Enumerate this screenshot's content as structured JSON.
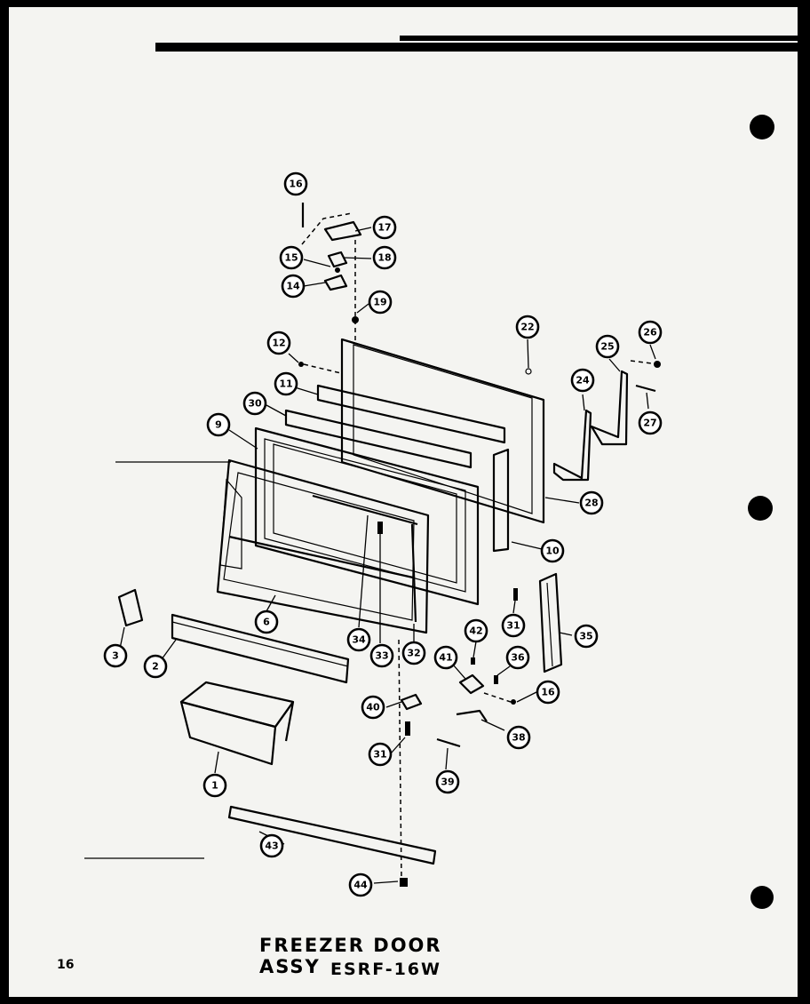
{
  "diagram": {
    "title": "FREEZER DOOR ASSY",
    "model": "ESRF-16W",
    "page_number": "16",
    "callouts": [
      "1",
      "2",
      "3",
      "6",
      "9",
      "10",
      "11",
      "12",
      "14",
      "15",
      "16",
      "16",
      "17",
      "18",
      "19",
      "22",
      "24",
      "25",
      "26",
      "27",
      "28",
      "30",
      "31",
      "31",
      "32",
      "33",
      "34",
      "35",
      "36",
      "38",
      "39",
      "40",
      "41",
      "42",
      "43",
      "44"
    ]
  }
}
